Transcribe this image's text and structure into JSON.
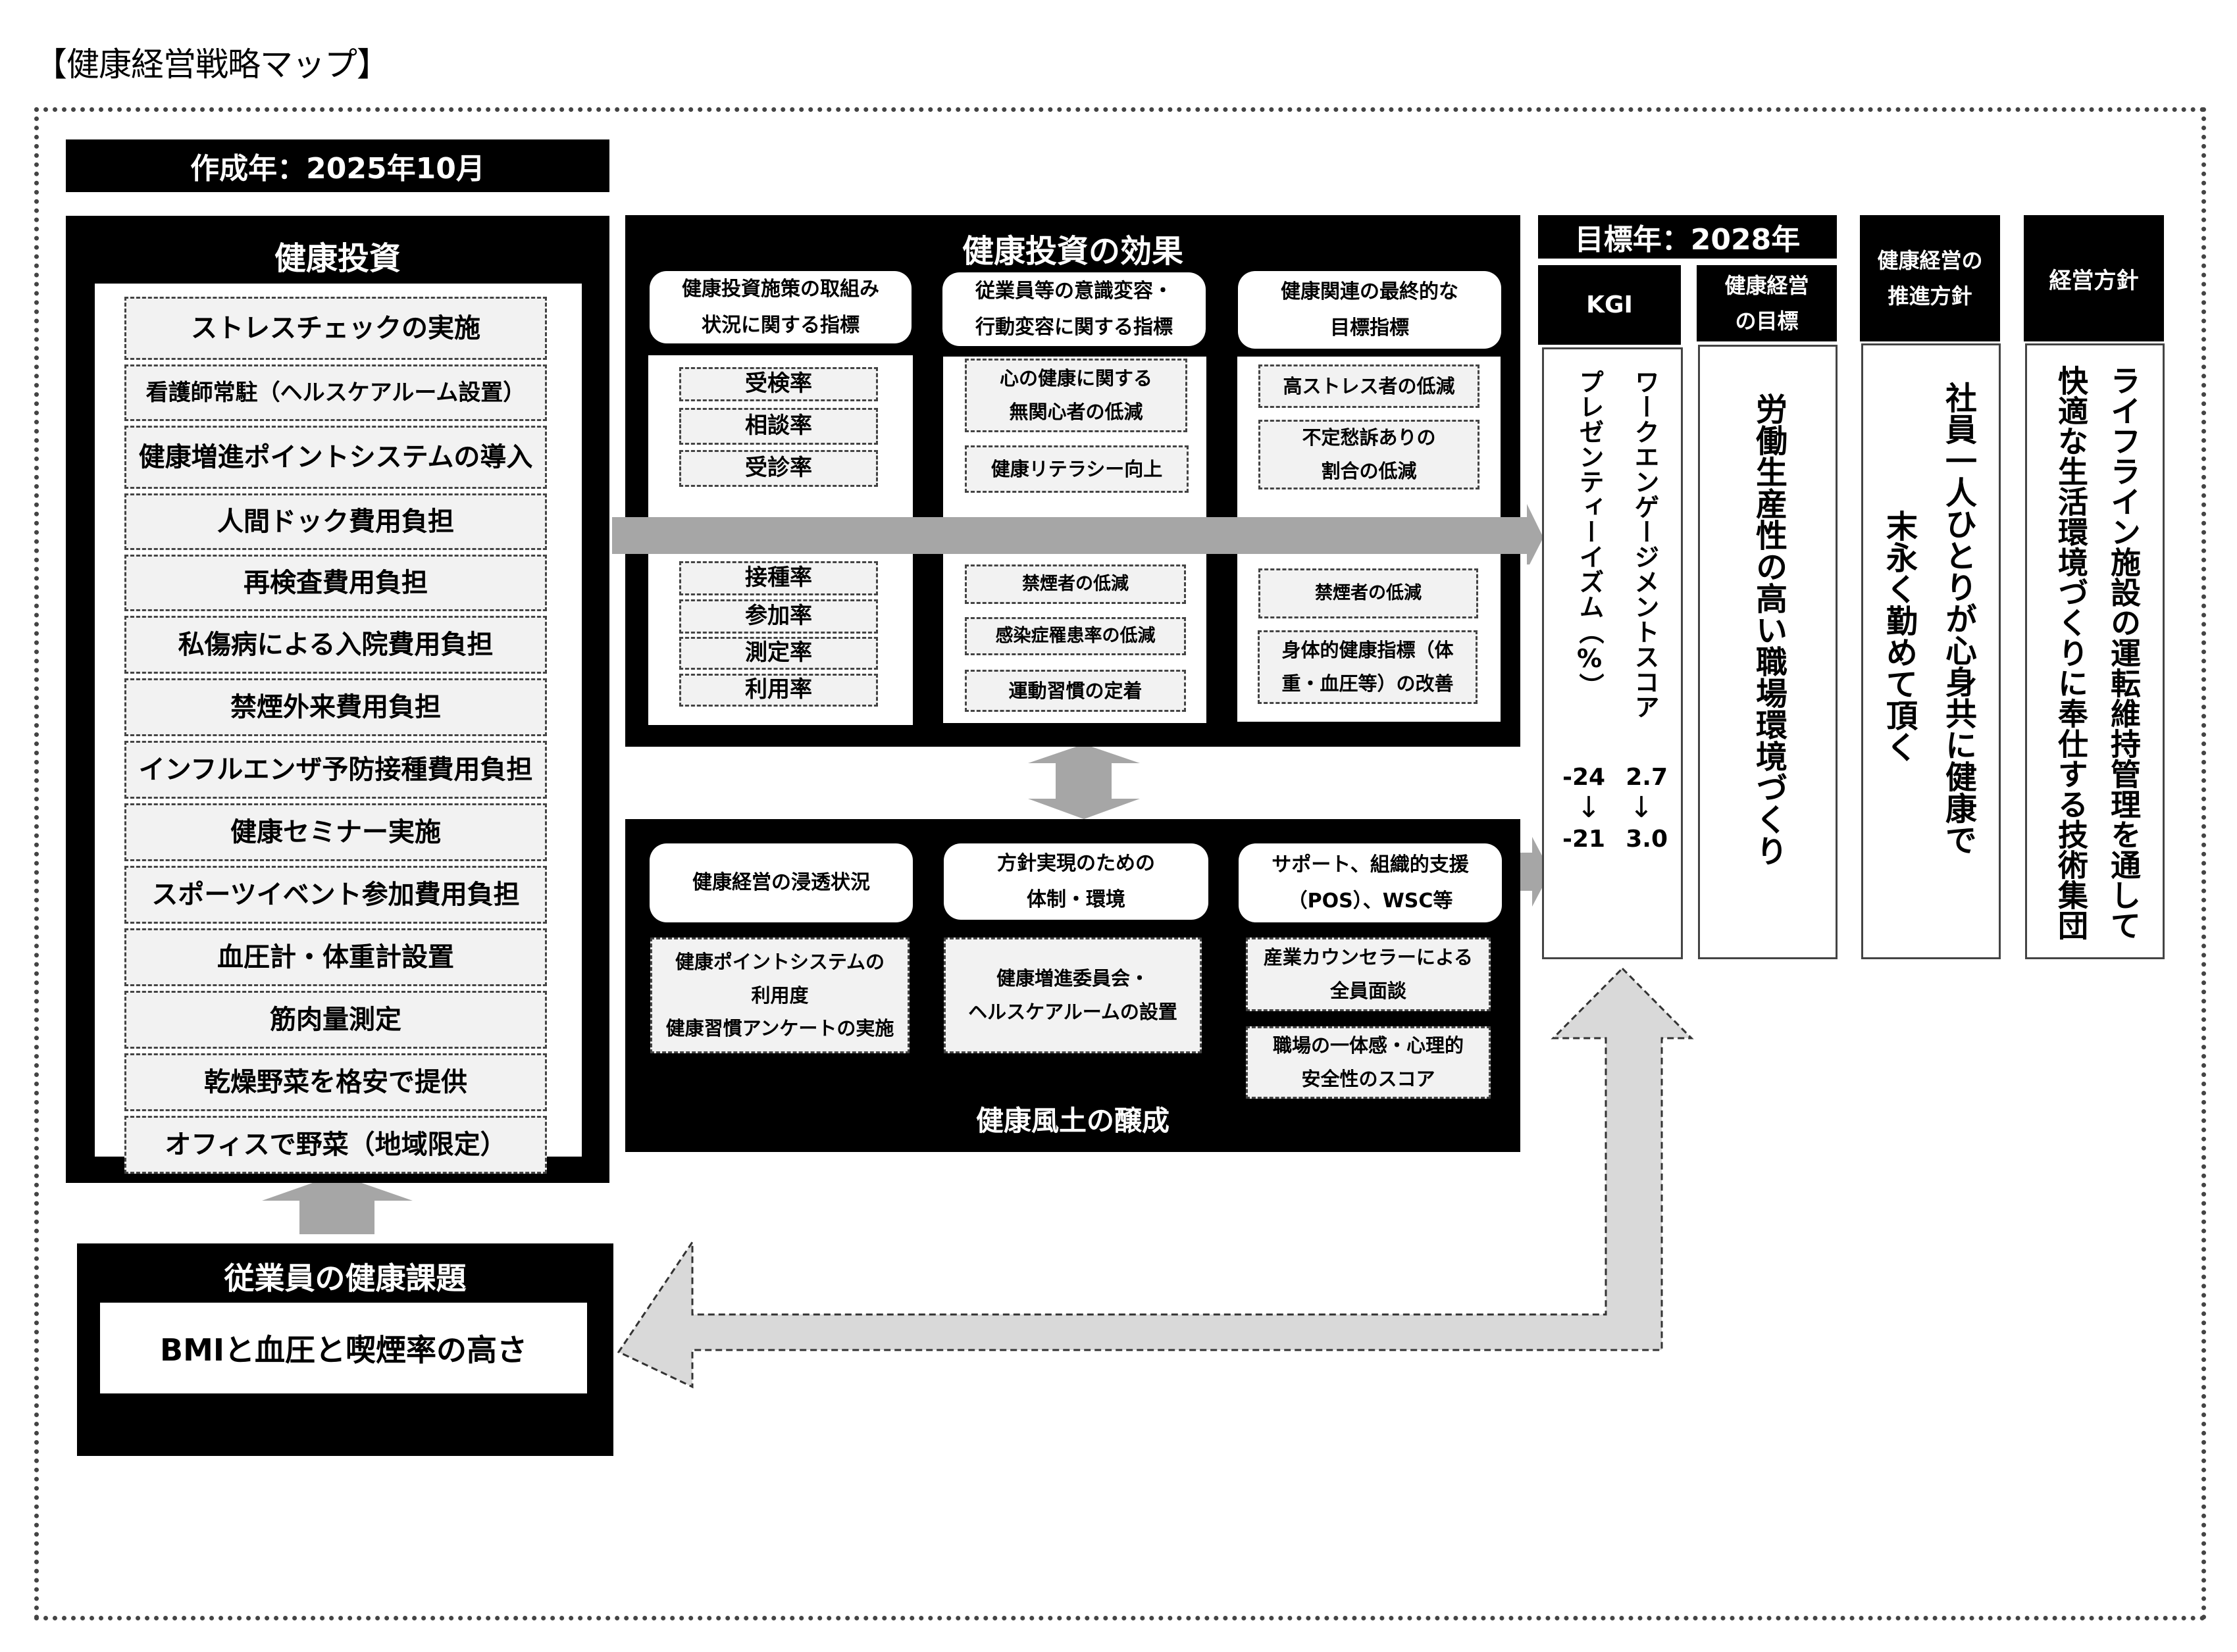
{
  "page_title": "【健康経営戦略マップ】",
  "created": "作成年：2025年10月",
  "investment": {
    "title": "健康投資",
    "items": [
      "ストレスチェックの実施",
      "看護師常駐（ヘルスケアルーム設置）",
      "健康増進ポイントシステムの導入",
      "人間ドック費用負担",
      "再検査費用負担",
      "私傷病による入院費用負担",
      "禁煙外来費用負担",
      "インフルエンザ予防接種費用負担",
      "健康セミナー実施",
      "スポーツイベント参加費用負担",
      "血圧計・体重計設置",
      "筋肉量測定",
      "乾燥野菜を格安で提供",
      "オフィスで野菜（地域限定）"
    ]
  },
  "issue": {
    "title": "従業員の健康課題",
    "text": "BMIと血圧と喫煙率の高さ"
  },
  "effects": {
    "title": "健康投資の効果",
    "columns": [
      {
        "header_lines": [
          "健康投資施策の取組み",
          "状況に関する指標"
        ],
        "top_items": [
          "受検率",
          "相談率",
          "受診率"
        ],
        "bottom_items": [
          "接種率",
          "参加率",
          "測定率",
          "利用率"
        ]
      },
      {
        "header_lines": [
          "従業員等の意識変容・",
          "行動変容に関する指標"
        ],
        "top_items": [
          [
            "心の健康に関する",
            "無関心者の低減"
          ],
          [
            "健康リテラシー向上"
          ]
        ],
        "bottom_items": [
          [
            "禁煙者の低減"
          ],
          [
            "感染症罹患率の低減"
          ],
          [
            "運動習慣の定着"
          ]
        ]
      },
      {
        "header_lines": [
          "健康関連の最終的な",
          "目標指標"
        ],
        "top_items": [
          [
            "高ストレス者の低減"
          ],
          [
            "不定愁訴ありの",
            "割合の低減"
          ]
        ],
        "bottom_items": [
          [
            "禁煙者の低減"
          ],
          [
            "身体的健康指標（体",
            "重・血圧等）の改善"
          ]
        ]
      }
    ]
  },
  "culture": {
    "title": "健康風土の醸成",
    "columns": [
      {
        "header_lines": [
          "健康経営の浸透状況"
        ],
        "items": [
          [
            "健康ポイントシステムの",
            "利用度",
            "健康習慣アンケートの実施"
          ]
        ]
      },
      {
        "header_lines": [
          "方針実現のための",
          "体制・環境"
        ],
        "items": [
          [
            "健康増進委員会・",
            "ヘルスケアルームの設置"
          ]
        ]
      },
      {
        "header_lines": [
          "サポート、組織的支援",
          "（POS）、WSC等"
        ],
        "items": [
          [
            "産業カウンセラーによる",
            "全員面談"
          ],
          [
            "職場の一体感・心理的",
            "安全性のスコア"
          ]
        ]
      }
    ]
  },
  "target_year": "目標年：2028年",
  "kgi": {
    "header": "KGI",
    "label_engagement": "ワークエンゲージメントスコア",
    "label_presenteeism": "プレゼンティーイズム（%）",
    "engagement_from": "2.7",
    "engagement_to": "3.0",
    "presenteeism_from": "-24",
    "presenteeism_to": "-21",
    "arrow": "↓"
  },
  "goal": {
    "header_lines": [
      "健康経営",
      "の目標"
    ],
    "text": "労働生産性の高い職場環境づくり"
  },
  "policy": {
    "header_lines": [
      "健康経営の",
      "推進方針"
    ],
    "line1": "社員一人ひとりが心身共に健康で",
    "line2": "末永く勤めて頂く"
  },
  "management": {
    "header": "経営方針",
    "line1": "ライフライン施設の運転維持管理を通して",
    "line2": "快適な生活環境づくりに奉仕する技術集団"
  },
  "colors": {
    "panel": "#000000",
    "item_fill": "#f2f2f2",
    "arrow_solid": "#a6a6a6",
    "arrow_feedback": "#d9d9d9"
  }
}
